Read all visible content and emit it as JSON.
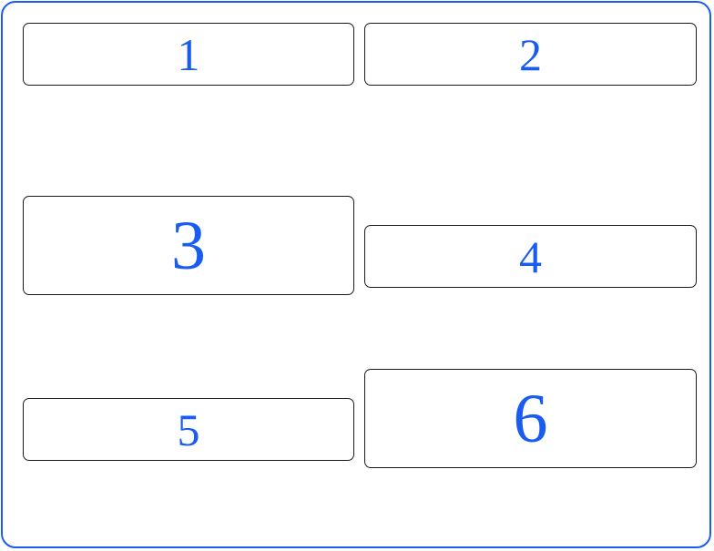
{
  "colors": {
    "accent": "#1a5cf0",
    "box_border": "#1a1a1a",
    "background": "#ffffff"
  },
  "buttons": [
    {
      "label": "1"
    },
    {
      "label": "2"
    },
    {
      "label": "3"
    },
    {
      "label": "4"
    },
    {
      "label": "5"
    },
    {
      "label": "6"
    }
  ]
}
